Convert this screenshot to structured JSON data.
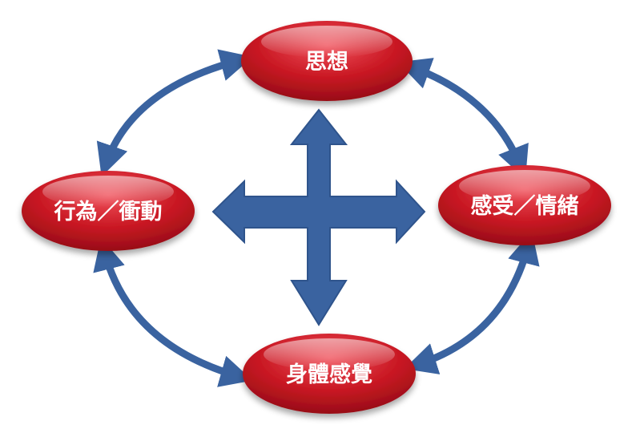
{
  "nodes": {
    "top": "思想",
    "left": "行為／衝動",
    "right": "感受／情緒",
    "bottom": "身體感覺"
  },
  "colors": {
    "node_fill": "#c0121f",
    "node_highlight": "#f0505a",
    "arrow": "#3a63a0"
  }
}
